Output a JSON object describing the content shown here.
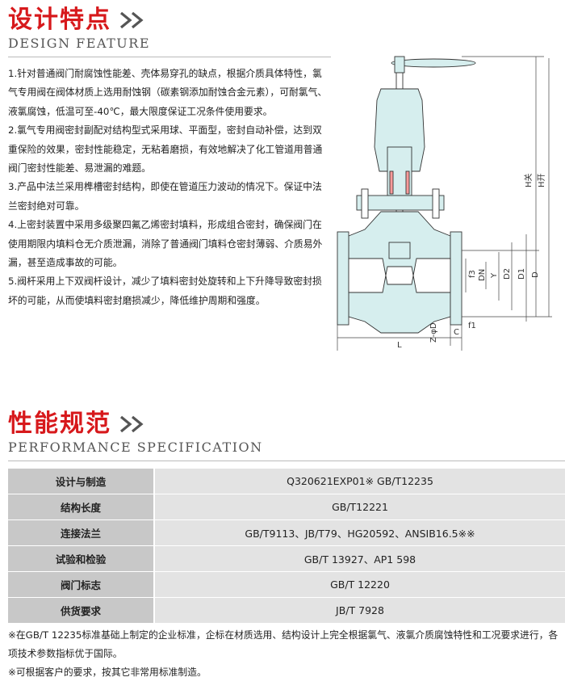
{
  "design": {
    "title_cn": "设计特点",
    "title_en": "DESIGN FEATURE",
    "items": [
      "1.针对普通阀门耐腐蚀性能差、壳体易穿孔的缺点，根据介质具体特性，氯气专用阀在阀体材质上选用耐蚀钢（碳素钢添加耐蚀合金元素），可耐氯气、液氯腐蚀，低温可至-40℃，最大限度保证工况条件使用要求。",
      "2.氯气专用阀密封副配对结构型式采用球、平面型，密封自动补偿，达到双重保险的效果，密封性能稳定，无粘着磨损，有效地解决了化工管道用普通阀门密封性能差、易泄漏的难题。",
      "3.产品中法兰采用榫槽密封结构，即使在管道压力波动的情况下。保证中法兰密封绝对可靠。",
      "4.上密封装置中采用多级聚四氟乙烯密封填料，形成组合密封，确保阀门在使用期限内填料仓无介质泄漏，消除了普通阀门填料仓密封薄弱、介质易外漏，甚至造成事故的可能。",
      "5.阀杆采用上下双阀杆设计，减少了填料密封处旋转和上下升降导致密封损坏的可能，从而使填料密封磨损减少，降低维护周期和强度。"
    ]
  },
  "drawing": {
    "labels": {
      "h_closed": "H关",
      "h_open": "H开",
      "f3": "f3",
      "dn": "DN",
      "y": "Y",
      "d2": "D2",
      "d1": "D1",
      "d": "D",
      "z_phi_d": "Z-φD",
      "f1": "f1",
      "c": "C",
      "l": "L"
    }
  },
  "performance": {
    "title_cn": "性能规范",
    "title_en": "PERFORMANCE SPECIFICATION",
    "rows": [
      {
        "key": "设计与制造",
        "value": "Q320621EXP01※ GB/T12235"
      },
      {
        "key": "结构长度",
        "value": "GB/T12221"
      },
      {
        "key": "连接法兰",
        "value": "GB/T9113、JB/T79、HG20592、ANSIB16.5※※"
      },
      {
        "key": "试验和检验",
        "value": "GB/T 13927、AP1 598"
      },
      {
        "key": "阀门标志",
        "value": "GB/T 12220"
      },
      {
        "key": "供货要求",
        "value": "JB/T 7928"
      }
    ]
  },
  "notes": [
    "※在GB/T 12235标准基础上制定的企业标准，企标在材质选用、结构设计上完全根据氯气、液氯介质腐蚀特性和工况要求进行，各项技术参数指标优于国际。",
    "※可根据客户的要求，按其它非常用标准制造。"
  ],
  "colors": {
    "title_red": "#d7191c",
    "chevron_gray": "#555555",
    "table_key_bg": "#c8c8c8",
    "table_val_bg": "#e3e3e3",
    "drawing_fill": "#d6eeee",
    "drawing_line": "#333333"
  }
}
